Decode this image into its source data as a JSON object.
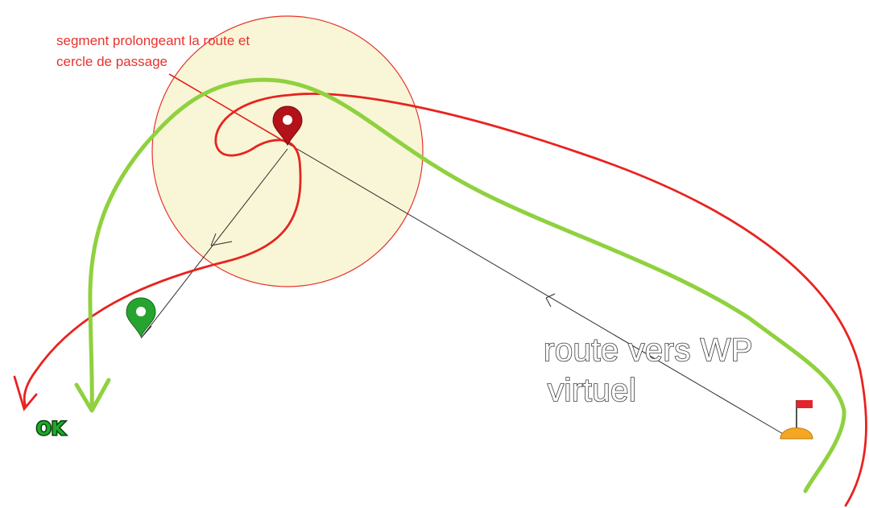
{
  "annotation": {
    "line1": "segment prolongeant la route et",
    "line2": "cercle de passage"
  },
  "label_route": {
    "line1": "route vers WP",
    "line2": "virtuel"
  },
  "ok_label": "OK",
  "colors": {
    "red_track": "#e8231f",
    "green_track": "#8fd13f",
    "circle_fill": "#f8f6d6",
    "circle_stroke": "#e8322e",
    "route_line": "#2b2b2b",
    "pin_red": "#b3121a",
    "pin_green": "#27a32f",
    "buoy_orange": "#f5a623",
    "flag_red": "#e3242b"
  },
  "icons": [
    "red-waypoint-pin-icon",
    "green-waypoint-pin-icon",
    "buoy-flag-icon"
  ]
}
